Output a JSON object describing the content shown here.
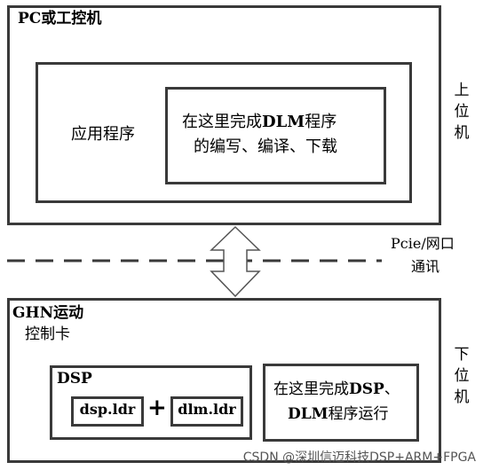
{
  "upper": {
    "title": "PC或工控机",
    "app_label": "应用程序",
    "dlm_line1_prefix": "在这里完成",
    "dlm_line1_bold": "DLM",
    "dlm_line1_suffix": "程序",
    "dlm_line2": "的编写、编译、下载",
    "side_label": [
      "上",
      "位",
      "机"
    ]
  },
  "link": {
    "label_line1": "Pcie/网口",
    "label_line2": "通讯"
  },
  "lower": {
    "title_line1": "GHN运动",
    "title_line2": "控制卡",
    "dsp_label": "DSP",
    "dsp_file": "dsp.ldr",
    "plus": "+",
    "dlm_file": "dlm.ldr",
    "run_line1_prefix": "在这里完成",
    "run_line1_bold": "DSP",
    "run_line1_suffix": "、",
    "run_line2_bold": "DLM",
    "run_line2_suffix": "程序运行",
    "side_label": [
      "下",
      "位",
      "机"
    ]
  },
  "watermark": "CSDN @深圳信迈科技DSP+ARM+FPGA"
}
